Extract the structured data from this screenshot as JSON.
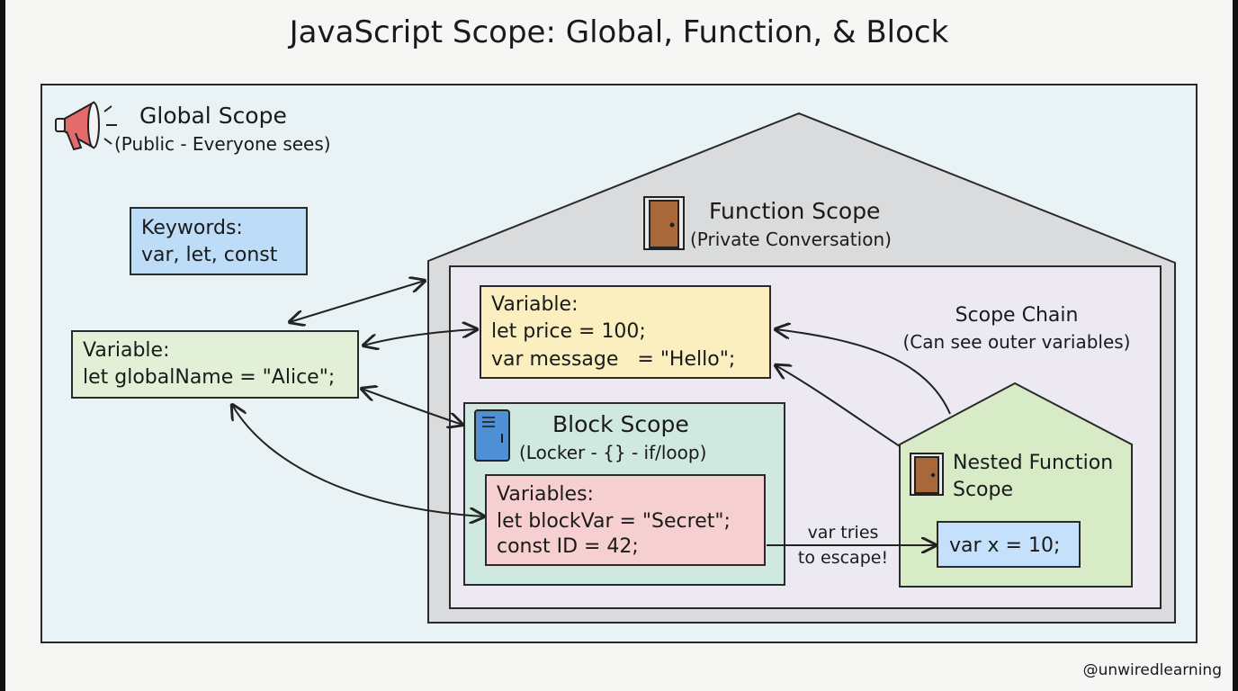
{
  "title": "JavaScript Scope: Global, Function, & Block",
  "credit": "@unwiredlearning",
  "global_scope": {
    "heading": "Global Scope",
    "subheading": "(Public - Everyone sees)",
    "icon": "megaphone-icon",
    "keywords": {
      "line1": "Keywords:",
      "line2": "var, let, const"
    },
    "variable": {
      "line1": "Variable:",
      "line2": "let globalName = \"Alice\";"
    }
  },
  "function_scope": {
    "heading": "Function Scope",
    "subheading": "(Private Conversation)",
    "icon": "door-icon",
    "variable": {
      "line1": "Variable:",
      "line2": "let price = 100;",
      "line3": "var message   = \"Hello\";"
    }
  },
  "scope_chain": {
    "line1": "Scope Chain",
    "line2": "(Can see outer variables)"
  },
  "block_scope": {
    "heading": "Block Scope",
    "subheading": "(Locker - {} - if/loop)",
    "icon": "locker-icon",
    "variables": {
      "line1": "Variables:",
      "line2": "let blockVar = \"Secret\";",
      "line3": "const ID = 42;"
    }
  },
  "escape_label": {
    "line1": "var tries",
    "line2": "to escape!"
  },
  "nested_function_scope": {
    "heading_line1": "Nested Function",
    "heading_line2": "Scope",
    "icon": "door-icon",
    "variable": "var x = 10;"
  },
  "colors": {
    "global_bg": "#e9f3f6",
    "house_gray": "#d9dbdd",
    "inner_lavender": "#ece9f3",
    "keywords_blue": "#bcdcf8",
    "global_var_green": "#e3f0d8",
    "function_var_yellow": "#fbefc0",
    "block_teal": "#cfe8e0",
    "block_var_pink": "#f6d0d0",
    "nested_green": "#d7ebc6",
    "nested_var_blue": "#c4e0fb",
    "megaphone_red": "#e56a6a",
    "door_brown": "#a8683a",
    "locker_blue": "#4f8fd4"
  }
}
